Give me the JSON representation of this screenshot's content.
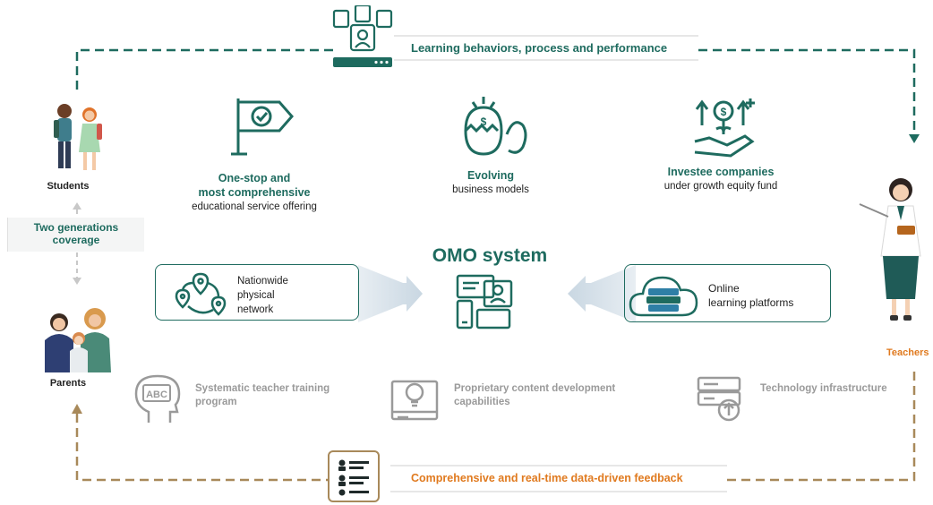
{
  "colors": {
    "teal": "#1e6b5f",
    "gold": "#a8895a",
    "orange": "#e07a1f",
    "gray": "#9a9a9a"
  },
  "top_flow": {
    "label": "Learning behaviors, process and performance",
    "icon": "monitor-users-icon"
  },
  "bottom_flow": {
    "label": "Comprehensive and real-time data-driven feedback",
    "icon": "report-checklist-icon"
  },
  "students": {
    "label": "Students",
    "icon": "students-illustration"
  },
  "parents": {
    "label": "Parents",
    "icon": "family-illustration"
  },
  "teachers": {
    "label": "Teachers",
    "icon": "teacher-illustration"
  },
  "generations": {
    "line1": "Two generations",
    "line2": "coverage"
  },
  "features": [
    {
      "title1": "One-stop and",
      "title2": "most comprehensive",
      "subtitle": "educational service offering",
      "icon": "flag-check-icon"
    },
    {
      "title1": "Evolving",
      "subtitle": "business models",
      "icon": "egg-hatch-icon"
    },
    {
      "title1": "Investee companies",
      "subtitle": "under growth equity fund",
      "icon": "hand-growth-icon"
    }
  ],
  "omo": {
    "title": "OMO system",
    "icon": "omo-devices-icon"
  },
  "left_box": {
    "line1": "Nationwide",
    "line2": "physical",
    "line3": "network",
    "icon": "location-network-icon"
  },
  "right_box": {
    "line1": "Online",
    "line2": "learning platforms",
    "icon": "cloud-books-icon"
  },
  "capabilities": [
    {
      "line1": "Systematic teacher training",
      "line2": "program",
      "icon": "head-abc-icon"
    },
    {
      "line1": "Proprietary content development",
      "line2": "capabilities",
      "icon": "lightbulb-book-icon"
    },
    {
      "line1": "Technology infrastructure",
      "icon": "server-upload-icon"
    }
  ]
}
